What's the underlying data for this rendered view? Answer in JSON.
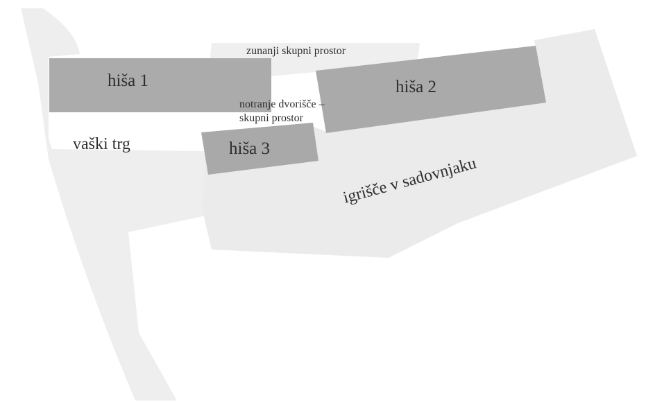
{
  "labels": {
    "house_1": "hiša 1",
    "house_2": "hiša 2",
    "house_3": "hiša 3",
    "village_square": "vaški trg",
    "outer_common_space": "zunanji skupni prostor",
    "inner_courtyard_line1": "notranje dvorišče –",
    "inner_courtyard_line2": "skupni prostor",
    "orchard_playground": "igrišče v sadovnjaku"
  },
  "colors": {
    "background": "#ffffff",
    "open_area": "#ececec",
    "open_area_light": "#f1f1f1",
    "building": "#a9a9a9",
    "label_text": "#2e2e2e"
  }
}
